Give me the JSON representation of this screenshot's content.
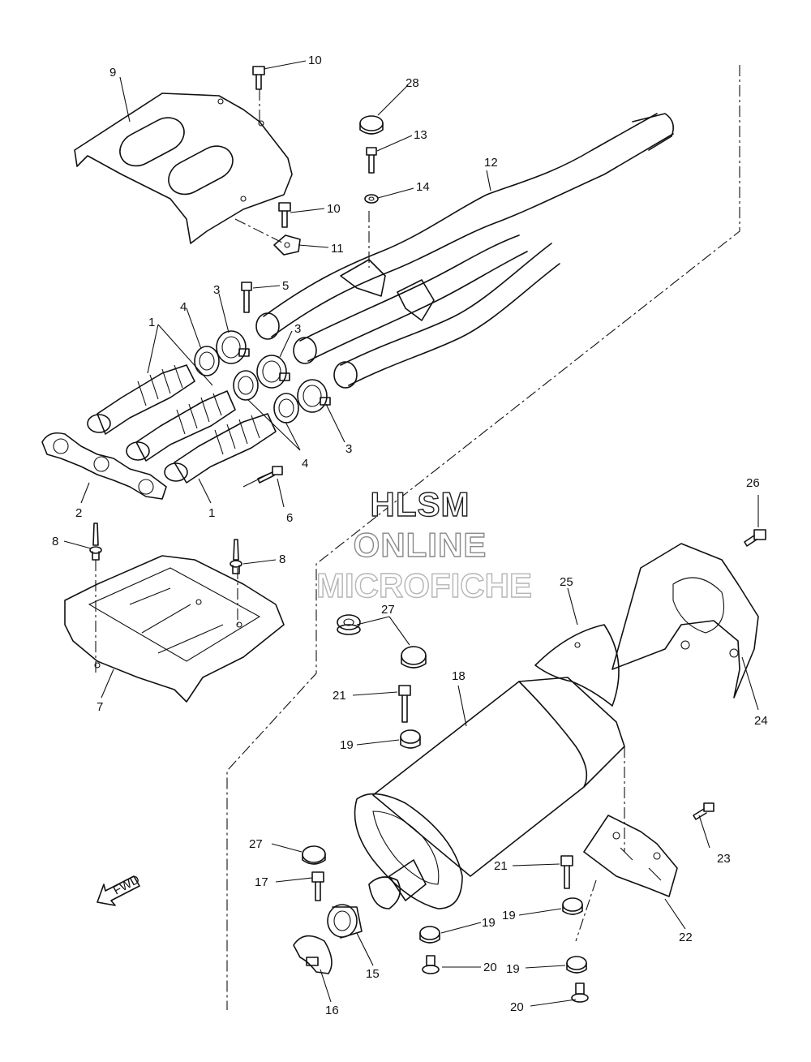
{
  "watermark": {
    "line1": "HLSM",
    "line2": "ONLINE",
    "line3": "MICROFICHE",
    "color1": "#222222",
    "color2": "#8a8a8a",
    "color3": "#b5b5b5"
  },
  "fwd_label": "FWD",
  "callouts": {
    "c1a": "1",
    "c1b": "1",
    "c2": "2",
    "c3a": "3",
    "c3b": "3",
    "c3c": "3",
    "c4a": "4",
    "c4b": "4",
    "c5": "5",
    "c6": "6",
    "c7": "7",
    "c8a": "8",
    "c8b": "8",
    "c9": "9",
    "c10a": "10",
    "c10b": "10",
    "c11": "11",
    "c12": "12",
    "c13": "13",
    "c14": "14",
    "c15": "15",
    "c16": "16",
    "c17": "17",
    "c18": "18",
    "c19a": "19",
    "c19b": "19",
    "c19c": "19",
    "c19d": "19",
    "c20a": "20",
    "c20b": "20",
    "c21a": "21",
    "c21b": "21",
    "c22": "22",
    "c23": "23",
    "c24": "24",
    "c25": "25",
    "c26": "26",
    "c27a": "27",
    "c27b": "27",
    "c28": "28"
  }
}
